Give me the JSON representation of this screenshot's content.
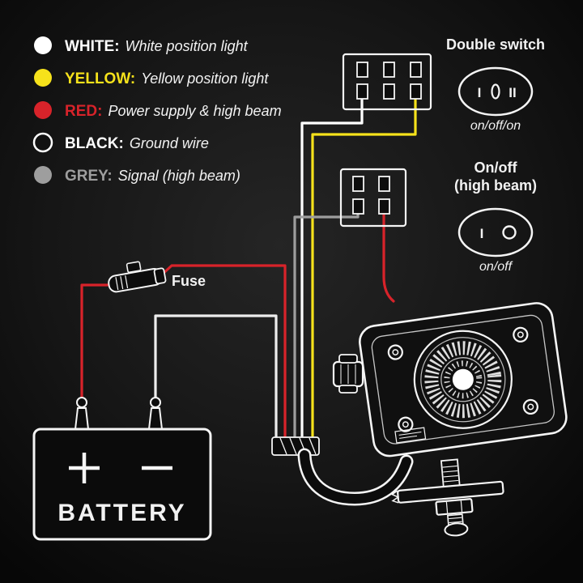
{
  "colors": {
    "background": "#141414",
    "line": "#f5f5f5",
    "white_wire": "#ffffff",
    "yellow_wire": "#f6e21b",
    "red_wire": "#d8232a",
    "grey_wire": "#9e9e9e",
    "ground_wire": "#ededed"
  },
  "legend": {
    "items": [
      {
        "label": "WHITE:",
        "desc": "White position light",
        "label_color": "#ffffff",
        "dot_fill": "#ffffff",
        "dot_stroke": "none"
      },
      {
        "label": "YELLOW:",
        "desc": "Yellow position light",
        "label_color": "#f6e21b",
        "dot_fill": "#f6e21b",
        "dot_stroke": "none"
      },
      {
        "label": "RED:",
        "desc": "Power supply & high beam",
        "label_color": "#d8232a",
        "dot_fill": "#d8232a",
        "dot_stroke": "none"
      },
      {
        "label": "BLACK:",
        "desc": "Ground wire",
        "label_color": "#ffffff",
        "dot_fill": "#111111",
        "dot_stroke": "#ffffff"
      },
      {
        "label": "GREY:",
        "desc": "Signal (high beam)",
        "label_color": "#9e9e9e",
        "dot_fill": "#9e9e9e",
        "dot_stroke": "none"
      }
    ]
  },
  "switch_double": {
    "title": "Double switch",
    "mark_left": "I",
    "mark_right": "II",
    "caption": "on/off/on"
  },
  "switch_high_beam": {
    "title_line1": "On/off",
    "title_line2": "(high beam)",
    "mark_left": "I",
    "caption": "on/off"
  },
  "fuse_label": "Fuse",
  "battery_label": "BATTERY"
}
